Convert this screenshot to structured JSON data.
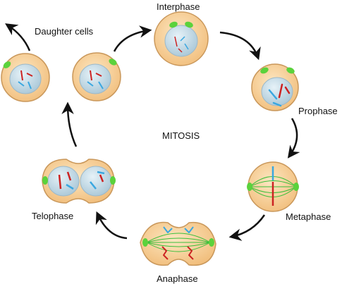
{
  "title": "MITOSIS",
  "stages": {
    "interphase": "Interphase",
    "prophase": "Prophase",
    "metaphase": "Metaphase",
    "anaphase": "Anaphase",
    "telophase": "Telophase",
    "daughter_cells": "Daughter cells"
  },
  "colors": {
    "cell_fill": "#f6c98a",
    "cell_stroke": "#c9975a",
    "nucleus_fill": "#c9dfe9",
    "centrosome": "#5bd23c",
    "spindle": "#3bbf3b",
    "chromosome_red": "#cc2222",
    "chromosome_blue": "#3aa7e0",
    "arrow": "#111111"
  }
}
